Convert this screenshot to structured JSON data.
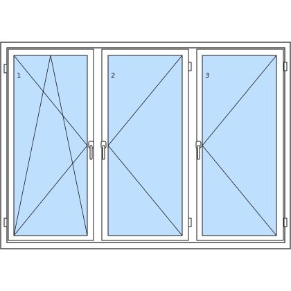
{
  "diagram": {
    "colors": {
      "glass": "#BFDFFF",
      "frame": "#FFFFFF",
      "stroke": "#1A1A1A",
      "background": "#FFFFFF"
    },
    "sashes": [
      {
        "number": "1",
        "opening": "tilt-turn",
        "hinge_side": "left",
        "handle_side": "right"
      },
      {
        "number": "2",
        "opening": "turn",
        "hinge_side": "right",
        "handle_side": "left"
      },
      {
        "number": "3",
        "opening": "turn",
        "hinge_side": "right",
        "handle_side": "left"
      }
    ]
  }
}
